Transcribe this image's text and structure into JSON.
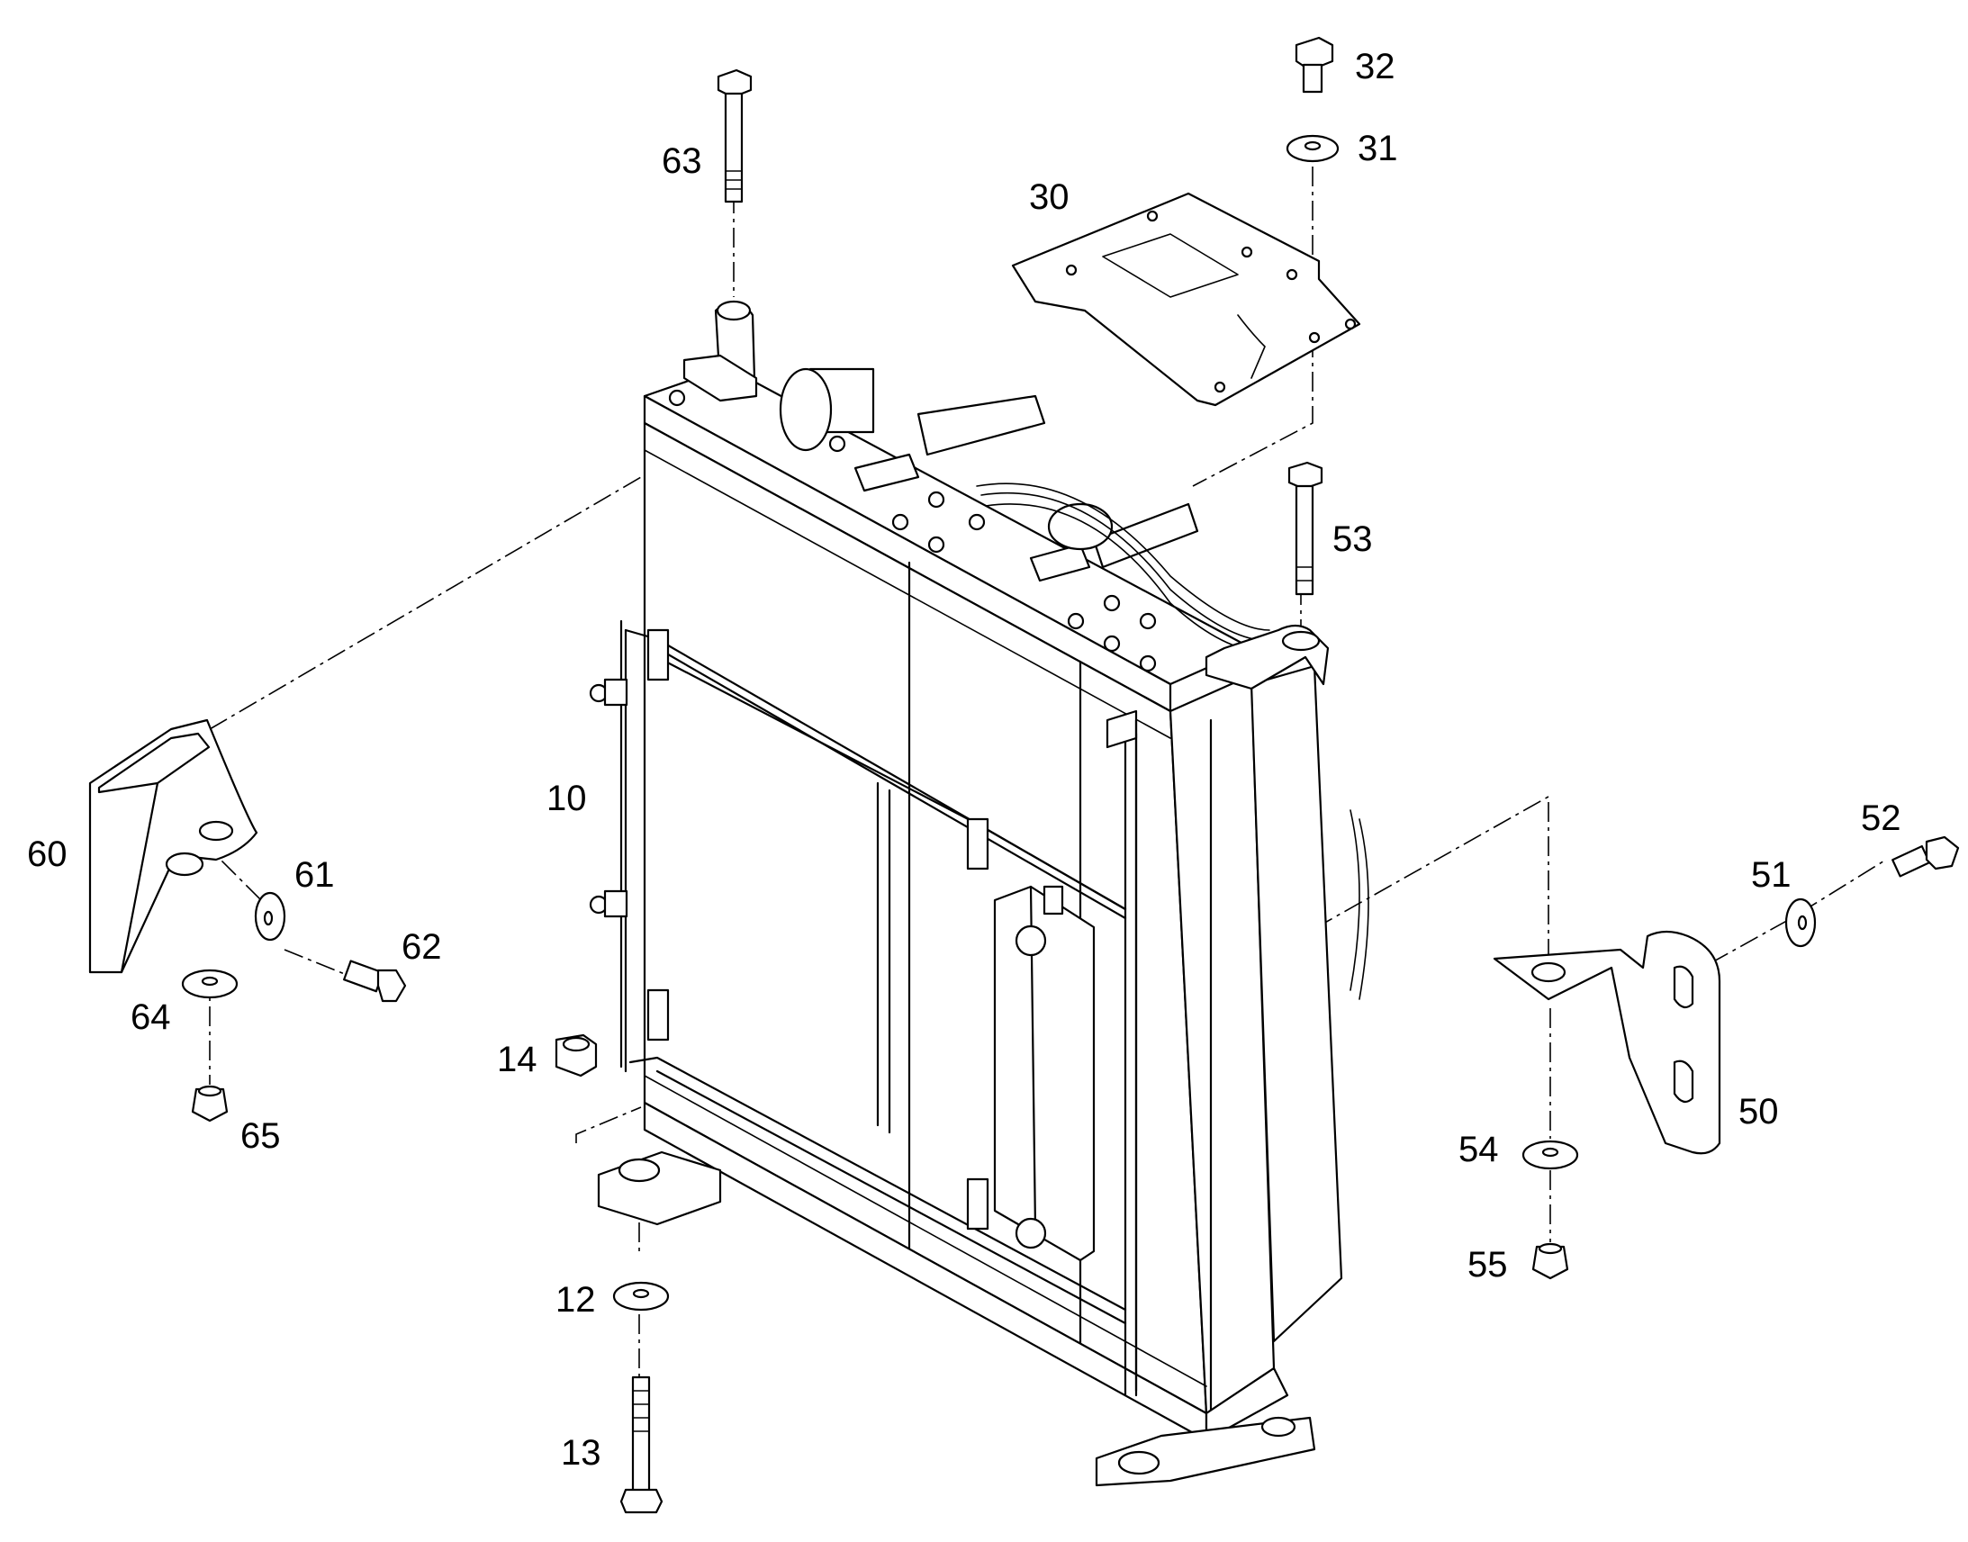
{
  "callouts": {
    "p10": "10",
    "p12": "12",
    "p13": "13",
    "p14": "14",
    "p30": "30",
    "p31": "31",
    "p32": "32",
    "p50": "50",
    "p51": "51",
    "p52": "52",
    "p53": "53",
    "p54": "54",
    "p55": "55",
    "p60": "60",
    "p61": "61",
    "p62": "62",
    "p63": "63",
    "p64": "64",
    "p65": "65"
  }
}
